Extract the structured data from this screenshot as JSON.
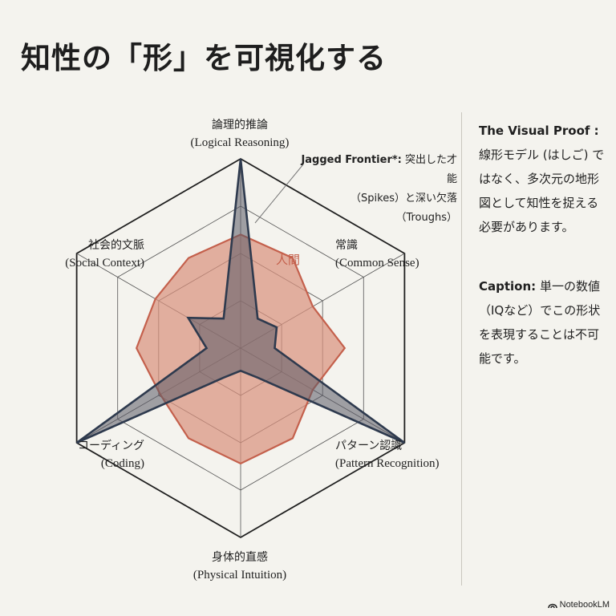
{
  "title": "知性の「形」を可視化する",
  "chart_data": {
    "type": "radar",
    "axes": [
      {
        "ja": "論理的推論",
        "en": "(Logical Reasoning)"
      },
      {
        "ja": "常識",
        "en": "(Common Sense)"
      },
      {
        "ja": "パターン認識",
        "en": "(Pattern Recognition)"
      },
      {
        "ja": "身体的直感",
        "en": "(Physical Intuition)"
      },
      {
        "ja": "コーディング",
        "en": "(Coding)"
      },
      {
        "ja": "社会的文脈",
        "en": "(Social Context)"
      }
    ],
    "rings": 4,
    "rmax": 1.0,
    "series": [
      {
        "name": "人間",
        "color": "#c4604c",
        "fill": "#d9907c",
        "values": [
          0.6,
          0.44,
          0.44,
          0.61,
          0.49,
          0.52
        ],
        "intermediate": [
          0.55,
          0.55,
          0.55,
          0.55,
          0.55,
          0.55
        ]
      },
      {
        "name": "",
        "color": "#2e3a4e",
        "fill": "#5a5a66",
        "values": [
          1.0,
          0.22,
          1.0,
          0.12,
          1.0,
          0.32
        ],
        "intermediate": [
          0.18,
          0.18,
          0.18,
          0.18,
          0.18,
          0.18
        ]
      }
    ]
  },
  "annotation": {
    "strong": "Jagged Frontier*:",
    "line1_rest": " 突出した才能",
    "line2": "（Spikes）と深い欠落（Troughs）"
  },
  "side": {
    "block1_label": "The Visual Proof :",
    "block1_text": " 線形モデル (はしご) ではなく、多次元の地形図として知性を捉える必要があります。",
    "block2_label": "Caption:",
    "block2_text": " 単一の数値（IQなど）でこの形状を表現することは不可能です。"
  },
  "logo": "NotebookLM"
}
